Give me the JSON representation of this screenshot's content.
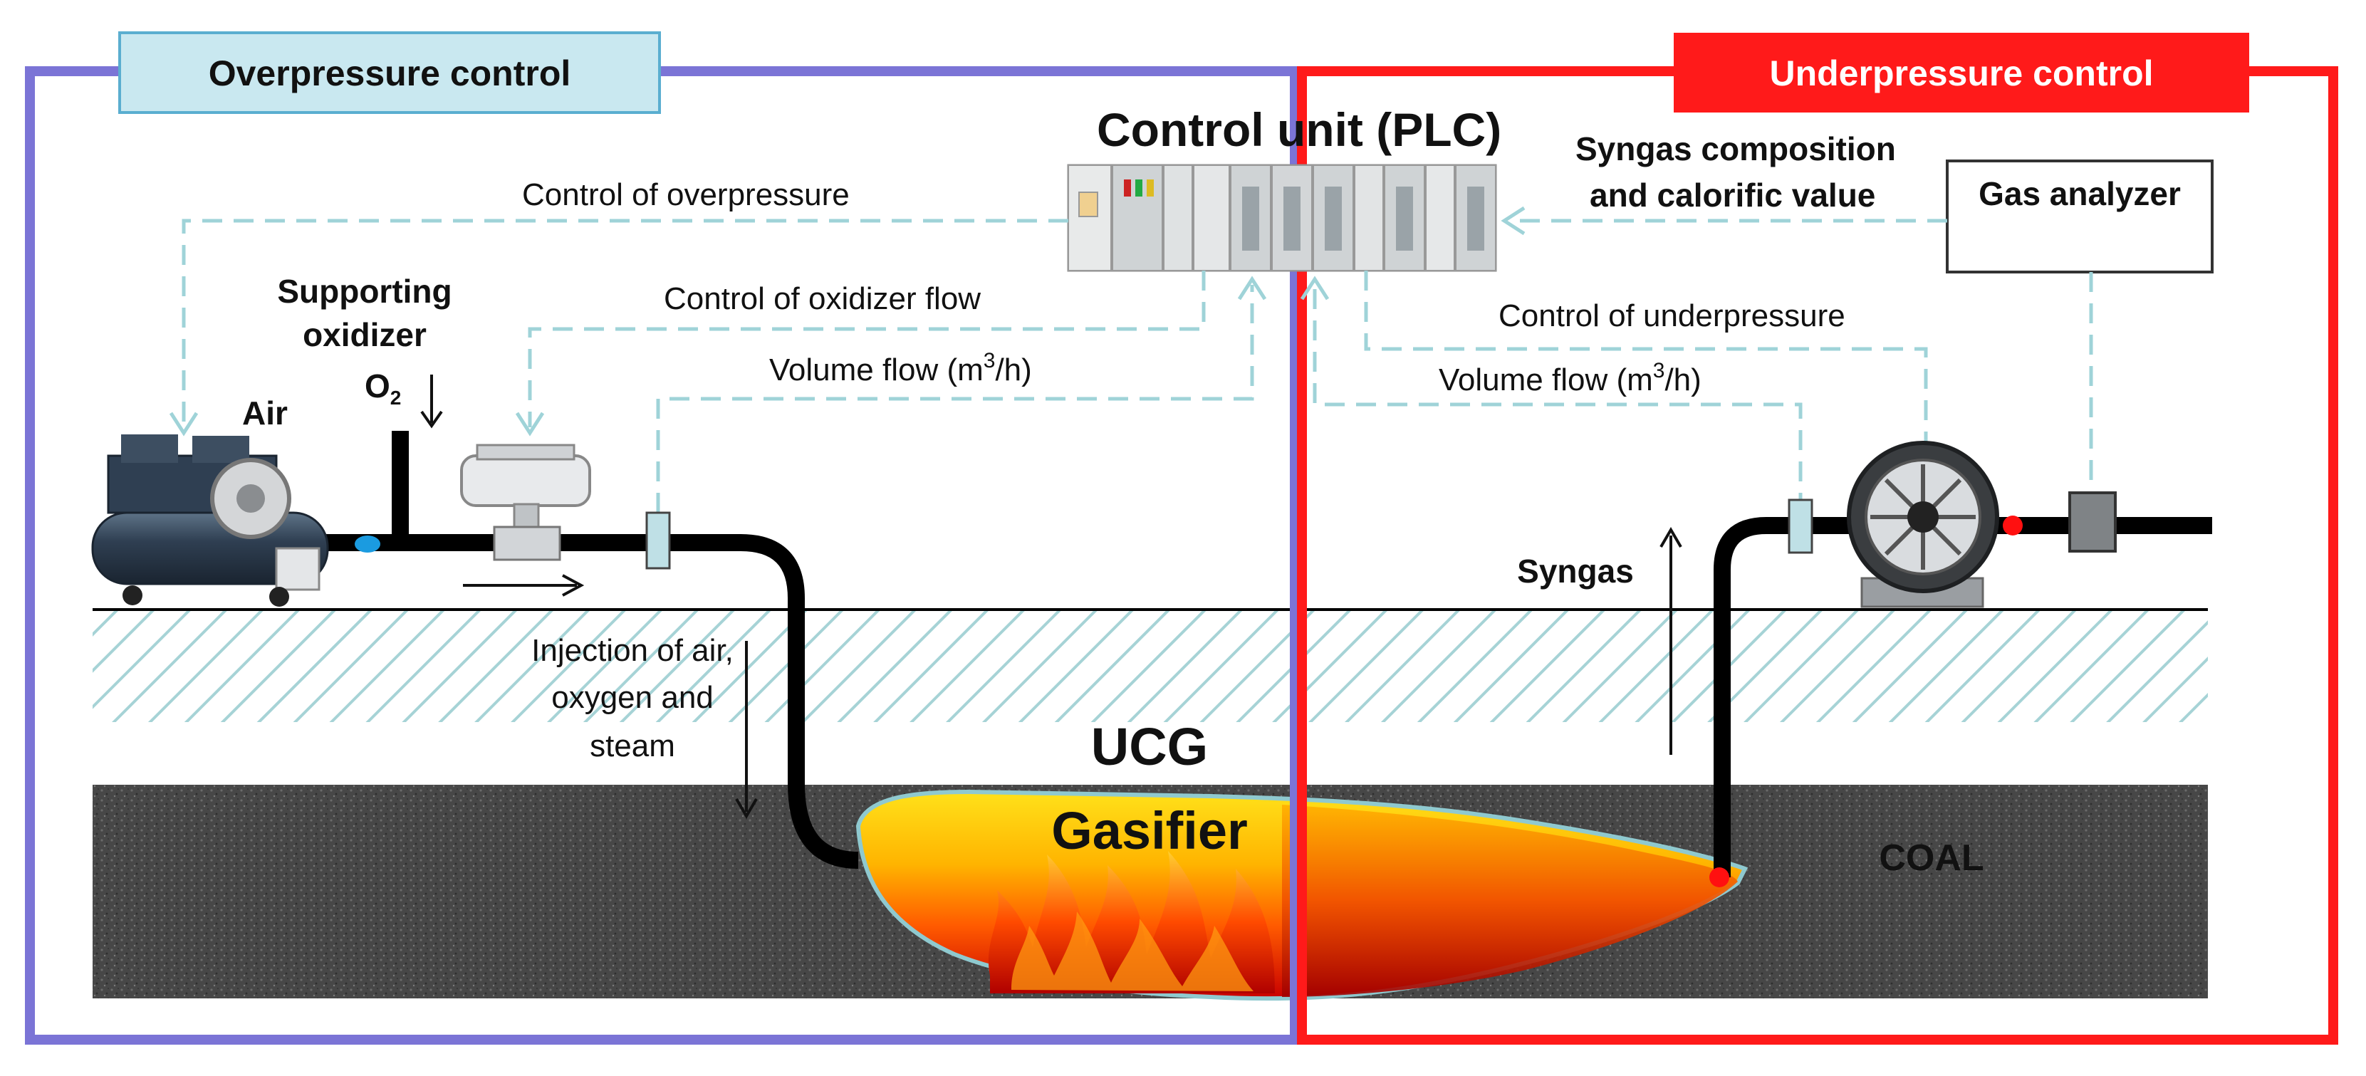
{
  "panels": {
    "overpressure": {
      "title": "Overpressure control",
      "border_color": "#7b74d6",
      "header_bg": "#c9e8f0"
    },
    "underpressure": {
      "title": "Underpressure control",
      "border_color": "#ff1a1a",
      "header_bg": "#ff1a1a"
    }
  },
  "control_unit": {
    "title": "Control unit (PLC)"
  },
  "gas_analyzer": {
    "label": "Gas analyzer"
  },
  "signals": {
    "control_overpressure": "Control of overpressure",
    "control_oxidizer_flow": "Control of oxidizer flow",
    "volume_flow_left": {
      "text": "Volume flow (m",
      "sup": "3",
      "tail": "/h)"
    },
    "syngas_composition_1": "Syngas composition",
    "syngas_composition_2": "and calorific value",
    "control_underpressure": "Control of underpressure",
    "volume_flow_right": {
      "text": "Volume flow (m",
      "sup": "3",
      "tail": "/h)"
    }
  },
  "equipment": {
    "supporting_oxidizer_1": "Supporting",
    "supporting_oxidizer_2": "oxidizer",
    "o2": "O",
    "o2_sub": "2",
    "air": "Air",
    "syngas": "Syngas"
  },
  "injection": {
    "line1": "Injection of air,",
    "line2": "oxygen and",
    "line3": "steam"
  },
  "gasifier": {
    "line1": "UCG",
    "line2": "Gasifier"
  },
  "coal": {
    "label": "COAL"
  },
  "colors": {
    "signal_line": "#9fd3d8",
    "ground_hatch": "#a6d3d6",
    "coal": "#4a4a4a",
    "pipe": "#000000"
  }
}
